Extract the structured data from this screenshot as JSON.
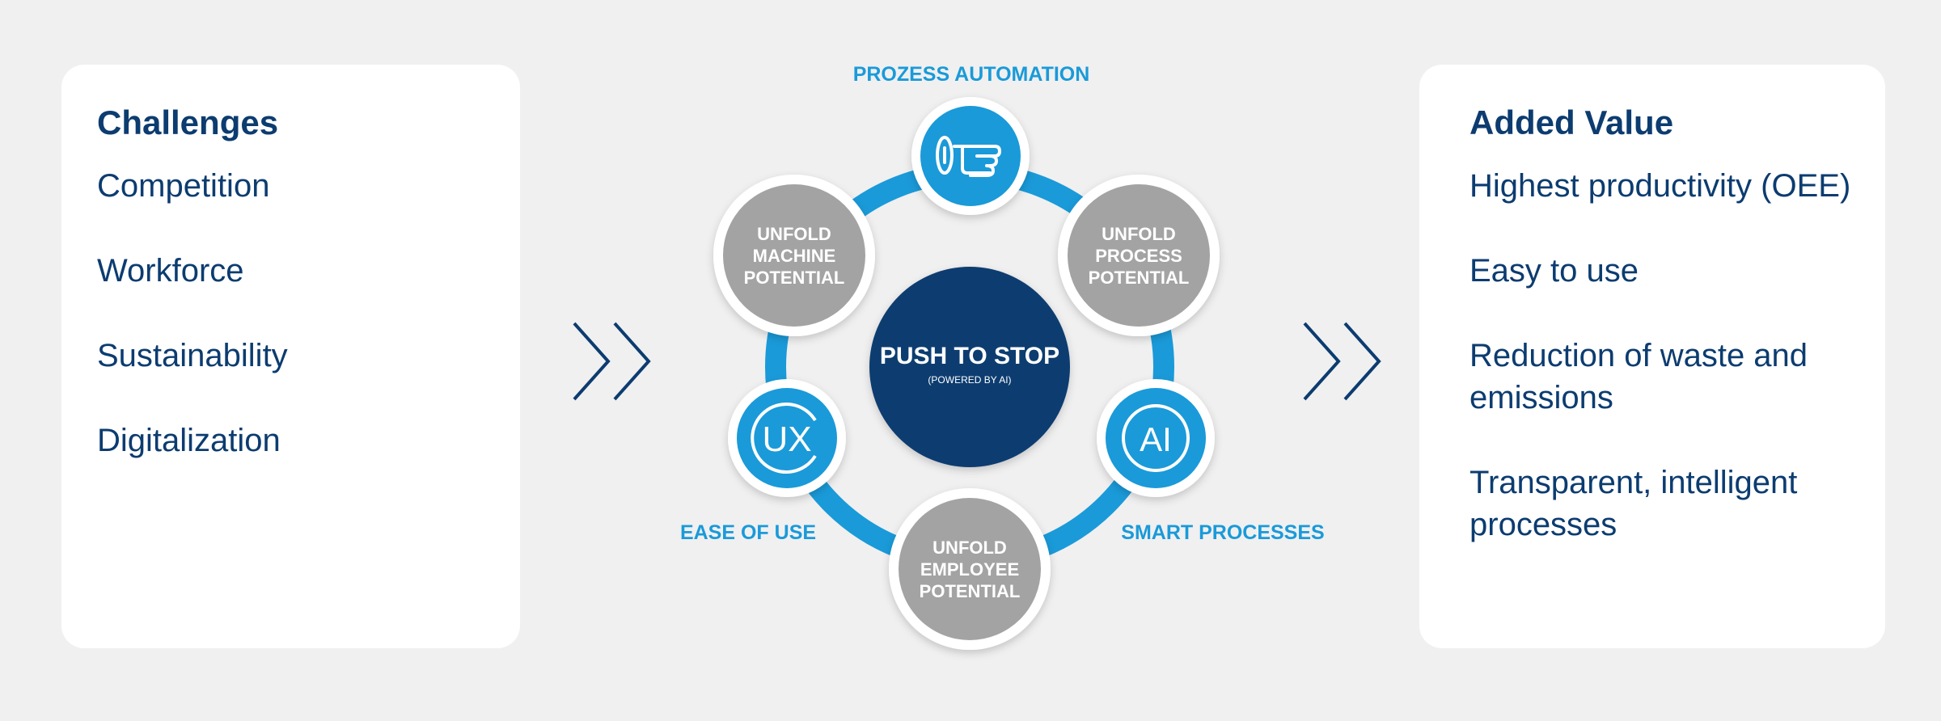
{
  "challenges": {
    "title": "Challenges",
    "items": [
      "Competition",
      "Workforce",
      "Sustainability",
      "Digitalization"
    ]
  },
  "added_value": {
    "title": "Added Value",
    "items": [
      "Highest productivity (OEE)",
      "Easy to use",
      "Reduction of waste and emissions",
      "Transparent, intelligent processes"
    ]
  },
  "center": {
    "title": "PUSH TO STOP",
    "subtitle": "(POWERED BY AI)"
  },
  "nodes": {
    "machine": [
      "UNFOLD",
      "MACHINE",
      "POTENTIAL"
    ],
    "process": [
      "UNFOLD",
      "PROCESS",
      "POTENTIAL"
    ],
    "employee": [
      "UNFOLD",
      "EMPLOYEE",
      "POTENTIAL"
    ]
  },
  "labels": {
    "prozess_automation": "PROZESS AUTOMATION",
    "ease_of_use": "EASE OF USE",
    "smart_processes": "SMART PROCESSES"
  },
  "icons": {
    "automation": "push-button-hand-icon",
    "ux": "ux-icon",
    "ux_text": "UX",
    "ai": "ai-icon",
    "ai_text": "AI"
  },
  "colors": {
    "navy": "#0c3c70",
    "blue": "#1a9ad9",
    "grey": "#a3a3a3",
    "background": "#f0f0f0"
  }
}
